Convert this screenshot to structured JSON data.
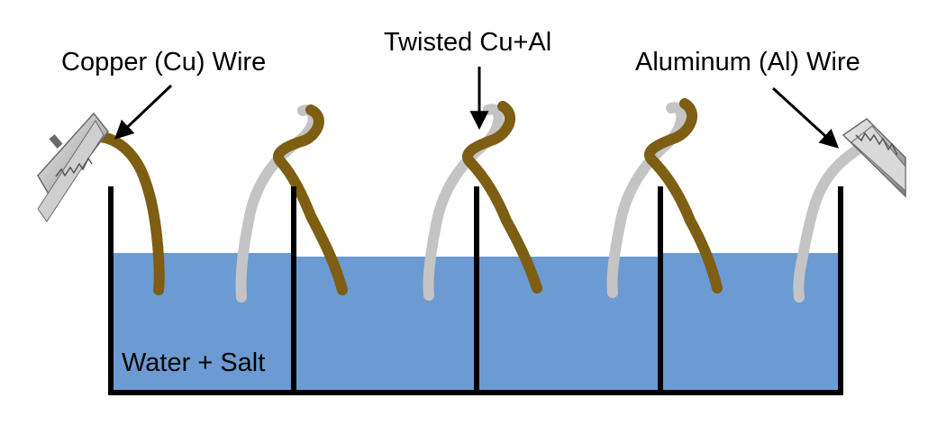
{
  "labels": {
    "copper_wire": "Copper (Cu) Wire",
    "twisted": "Twisted Cu+Al",
    "aluminum_wire": "Aluminum (Al) Wire",
    "water_salt": "Water + Salt"
  },
  "colors": {
    "copper": "#7d5e12",
    "aluminum": "#c4c4c4",
    "water": "#6b9bd2",
    "wall": "#000000",
    "clip_body": "#9a9a9a",
    "clip_light": "#e6e6e6"
  },
  "icons": {
    "left_clip": "alligator-clip-icon",
    "right_clip": "alligator-clip-icon"
  }
}
